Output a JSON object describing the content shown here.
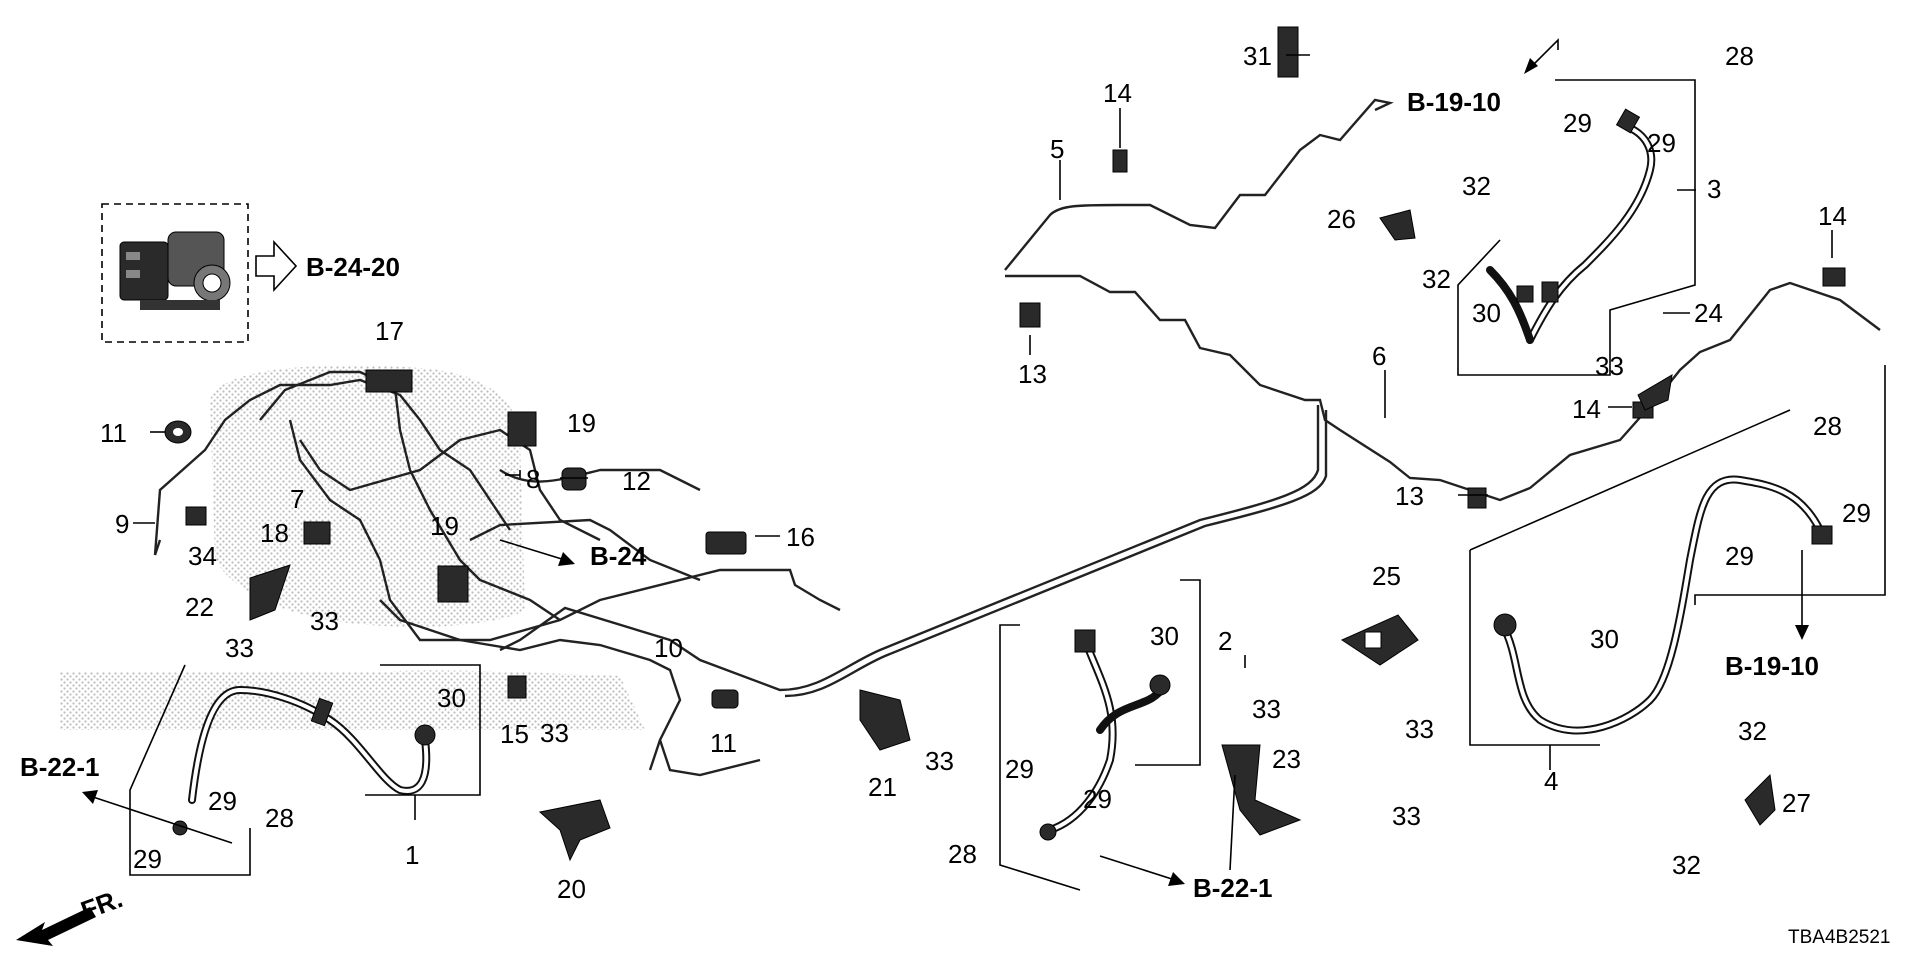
{
  "diagram": {
    "part_labels": {
      "p1": "1",
      "p2": "2",
      "p3": "3",
      "p4": "4",
      "p5": "5",
      "p6": "6",
      "p7": "7",
      "p8": "8",
      "p9": "9",
      "p10": "10",
      "p11": "11",
      "p12": "12",
      "p13": "13",
      "p14": "14",
      "p15": "15",
      "p16": "16",
      "p17": "17",
      "p18": "18",
      "p19": "19",
      "p20": "20",
      "p21": "21",
      "p22": "22",
      "p23": "23",
      "p24": "24",
      "p25": "25",
      "p26": "26",
      "p27": "27",
      "p28": "28",
      "p29": "29",
      "p30": "30",
      "p31": "31",
      "p32": "32",
      "p33": "33",
      "p34": "34"
    },
    "references": {
      "abs_unit": "B-24-20",
      "lines_b24": "B-24",
      "front_hose": "B-22-1",
      "rear_hose": "B-19-10"
    },
    "direction": "FR.",
    "diagram_code": "TBA4B2521"
  }
}
